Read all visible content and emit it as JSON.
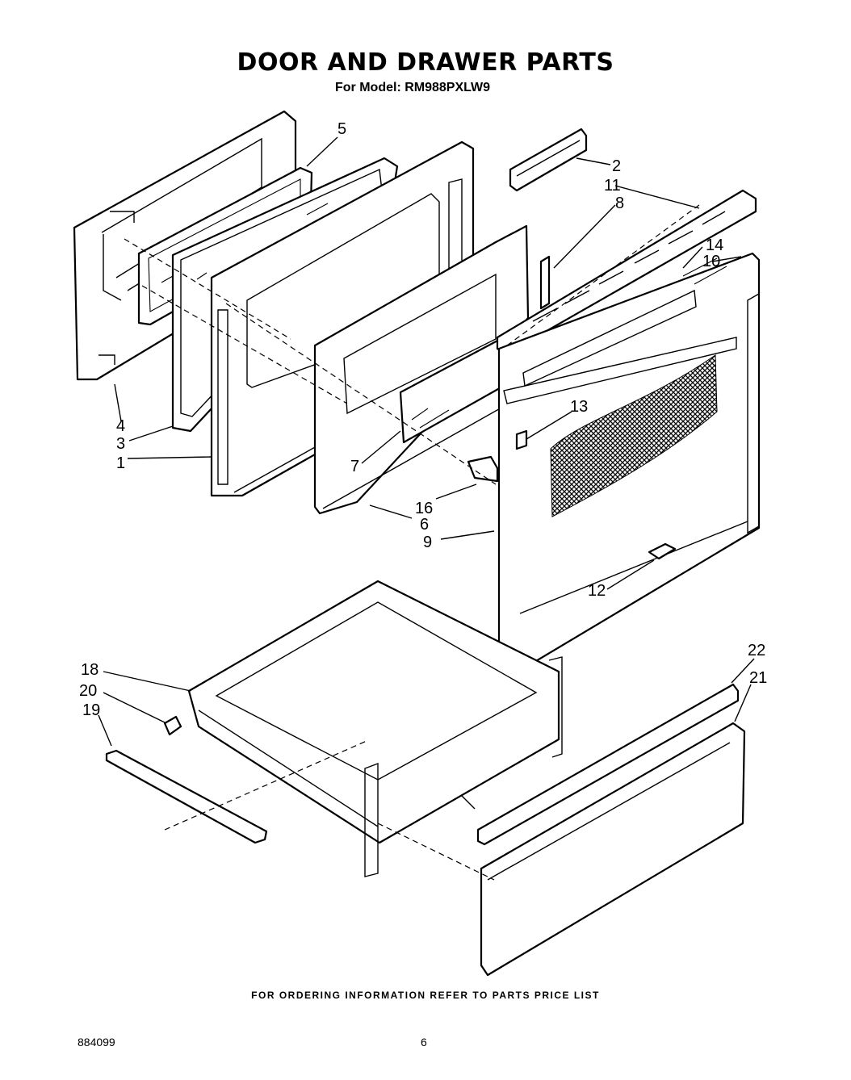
{
  "header": {
    "title": "DOOR AND DRAWER PARTS",
    "subtitle": "For Model: RM988PXLW9"
  },
  "callouts": [
    "5",
    "2",
    "11",
    "8",
    "14",
    "10",
    "4",
    "3",
    "1",
    "13",
    "7",
    "16",
    "6",
    "9",
    "12",
    "22",
    "21",
    "18",
    "20",
    "19"
  ],
  "footer": {
    "ordering_note": "FOR ORDERING INFORMATION REFER TO PARTS PRICE LIST",
    "doc_number": "884099",
    "page_number": "6"
  }
}
